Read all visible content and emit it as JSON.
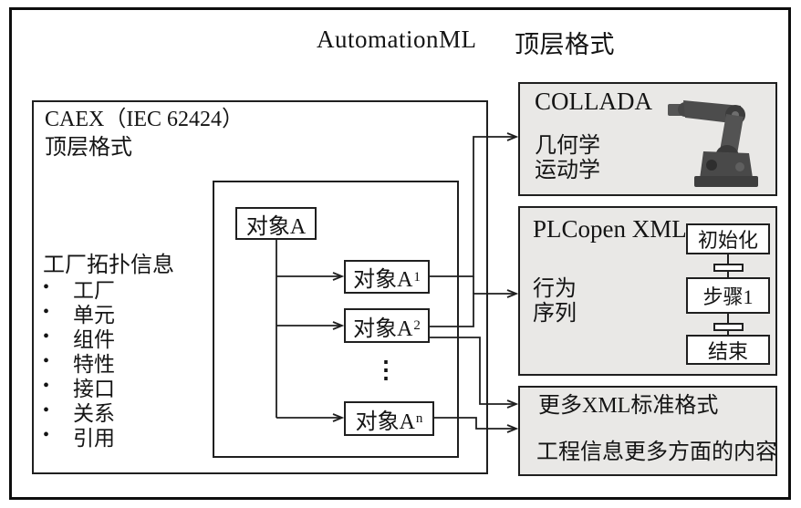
{
  "header": {
    "brand": "AutomationML",
    "label": "顶层格式"
  },
  "caex": {
    "title_line1": "CAEX（IEC 62424）",
    "title_line2": "顶层格式",
    "topology_heading": "工厂拓扑信息",
    "bullet": "•",
    "topology_items": [
      "工厂",
      "单元",
      "组件",
      "特性",
      "接口",
      "关系",
      "引用"
    ]
  },
  "object_tree": {
    "root": "对象A",
    "child1_base": "对象A",
    "child1_sub": "1",
    "child2_base": "对象A",
    "child2_sub": "2",
    "childn_base": "对象A",
    "childn_sub": "n",
    "ellipsis": "⋮"
  },
  "collada": {
    "title": "COLLADA",
    "line1": "几何学",
    "line2": "运动学",
    "image": "industrial-robot-arm-photo"
  },
  "plcopen": {
    "title": "PLCopen XML",
    "line1": "行为",
    "line2": "序列",
    "steps": [
      "初始化",
      "步骤1",
      "结束"
    ]
  },
  "more_formats": {
    "line1": "更多XML标准格式",
    "line2": "工程信息更多方面的内容"
  },
  "colors": {
    "background": "#ffffff",
    "line": "#1f1f1f",
    "panel_fill": "#e9e8e6",
    "node_fill": "#ffffff"
  }
}
